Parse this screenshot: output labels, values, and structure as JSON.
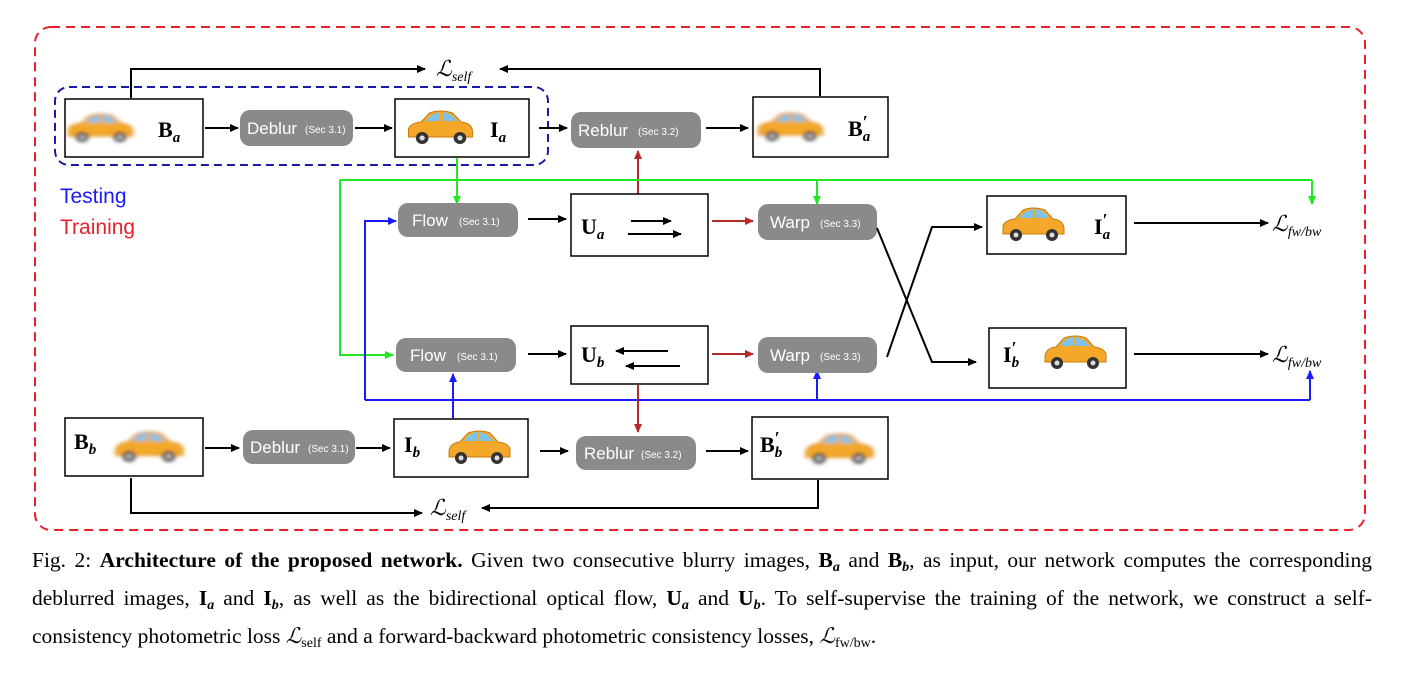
{
  "diagram": {
    "loss_self_symbol": "ℒ",
    "loss_self_sub": "self",
    "loss_fwbw_symbol": "ℒ",
    "loss_fwbw_sub": "fw/bw",
    "pills": {
      "deblur": "Deblur",
      "reblur": "Reblur",
      "flow": "Flow",
      "warp": "Warp",
      "sec_deblur": "(Sec 3.1)",
      "sec_flow": "(Sec 3.1)",
      "sec_reblur": "(Sec 3.2)",
      "sec_warp": "(Sec 3.3)"
    },
    "symbols": {
      "B": "B",
      "I": "I",
      "U": "U",
      "sub_a": "a",
      "sub_b": "b",
      "prime": "′"
    },
    "legend": {
      "testing": "Testing",
      "training": "Training"
    },
    "colors": {
      "test": "#1a1aff",
      "train": "#e8202a",
      "green": "#22e622",
      "blue": "#1a1aff",
      "dark_red": "#b32a2a",
      "pill": "#8a8a8a",
      "outer_border": "#e8202a",
      "inner_border": "#1a1aa8",
      "car": "#f4a82a"
    }
  },
  "caption": {
    "fig_label": "Fig. 2:",
    "title": "Architecture of the proposed network.",
    "t1": "Given two consecutive blurry images,",
    "t2": "and",
    "t3": ", as input, our network computes the corresponding deblurred images,",
    "t4": "and",
    "t5": ", as well as the bidirectional optical flow,",
    "t6": "and",
    "t7": ". To self-supervise the training of the network, we construct a self-consistency photometric loss",
    "t8": "and a forward-backward photometric consistency losses,",
    "t9": ".",
    "Ba": "B",
    "Bb": "B",
    "Ia": "I",
    "Ib": "I",
    "Ua": "U",
    "Ub": "U",
    "sub_a": "a",
    "sub_b": "b",
    "loss": "ℒ",
    "sub_self": "self",
    "sub_fwbw": "fw/bw"
  }
}
